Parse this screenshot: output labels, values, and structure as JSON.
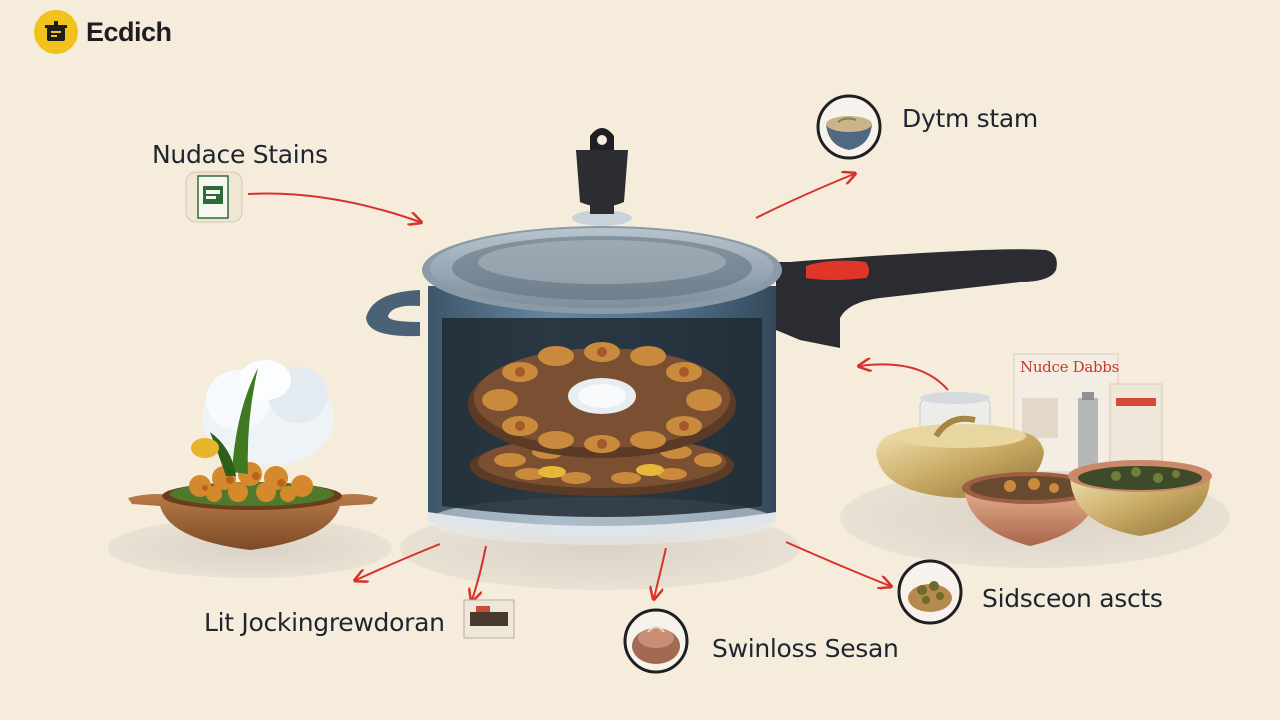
{
  "brand": {
    "name": "Ecdich",
    "icon": "pot-logo-icon",
    "accent": "#f1c21b"
  },
  "callouts": [
    {
      "id": "top-left",
      "text": "Nudace Stains",
      "thumb_icon": "package-icon"
    },
    {
      "id": "top-right",
      "text": "Dytm stam",
      "thumb_icon": "soup-bowl-icon"
    },
    {
      "id": "bottom-left",
      "text": "Lit Jockingrewdoran",
      "thumb_icon": "box-icon"
    },
    {
      "id": "bottom-center",
      "text": "Swinloss Sesan",
      "thumb_icon": "dish-icon"
    },
    {
      "id": "bottom-right",
      "text": "Sidsceon ascts",
      "thumb_icon": "herbs-icon"
    }
  ],
  "product_box_text": "Nudce Dabbs",
  "colors": {
    "background": "#f6ecdc",
    "pot_body": "#4f6a80",
    "handle": "#2a2c31",
    "handle_accent": "#e0362a",
    "arrow": "#d8332b"
  }
}
